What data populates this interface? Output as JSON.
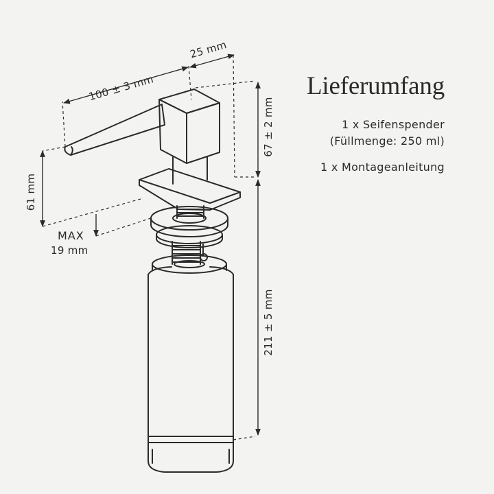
{
  "diagram": {
    "dimensions": {
      "spout_length": "100 ± 3 mm",
      "head_width": "25 mm",
      "head_height": "67 ± 2 mm",
      "spout_height": "61 mm",
      "max_label": "MAX",
      "max_value": "19 mm",
      "bottle_height": "211 ± 5 mm"
    }
  },
  "panel": {
    "title": "Lieferumfang",
    "items": [
      {
        "line1": "1 x Seifenspender",
        "line2": "(Füllmenge: 250 ml)"
      },
      {
        "line1": "1 x Montageanleitung"
      }
    ]
  },
  "colors": {
    "background": "#f3f3f1",
    "line": "#2b2b2b"
  }
}
